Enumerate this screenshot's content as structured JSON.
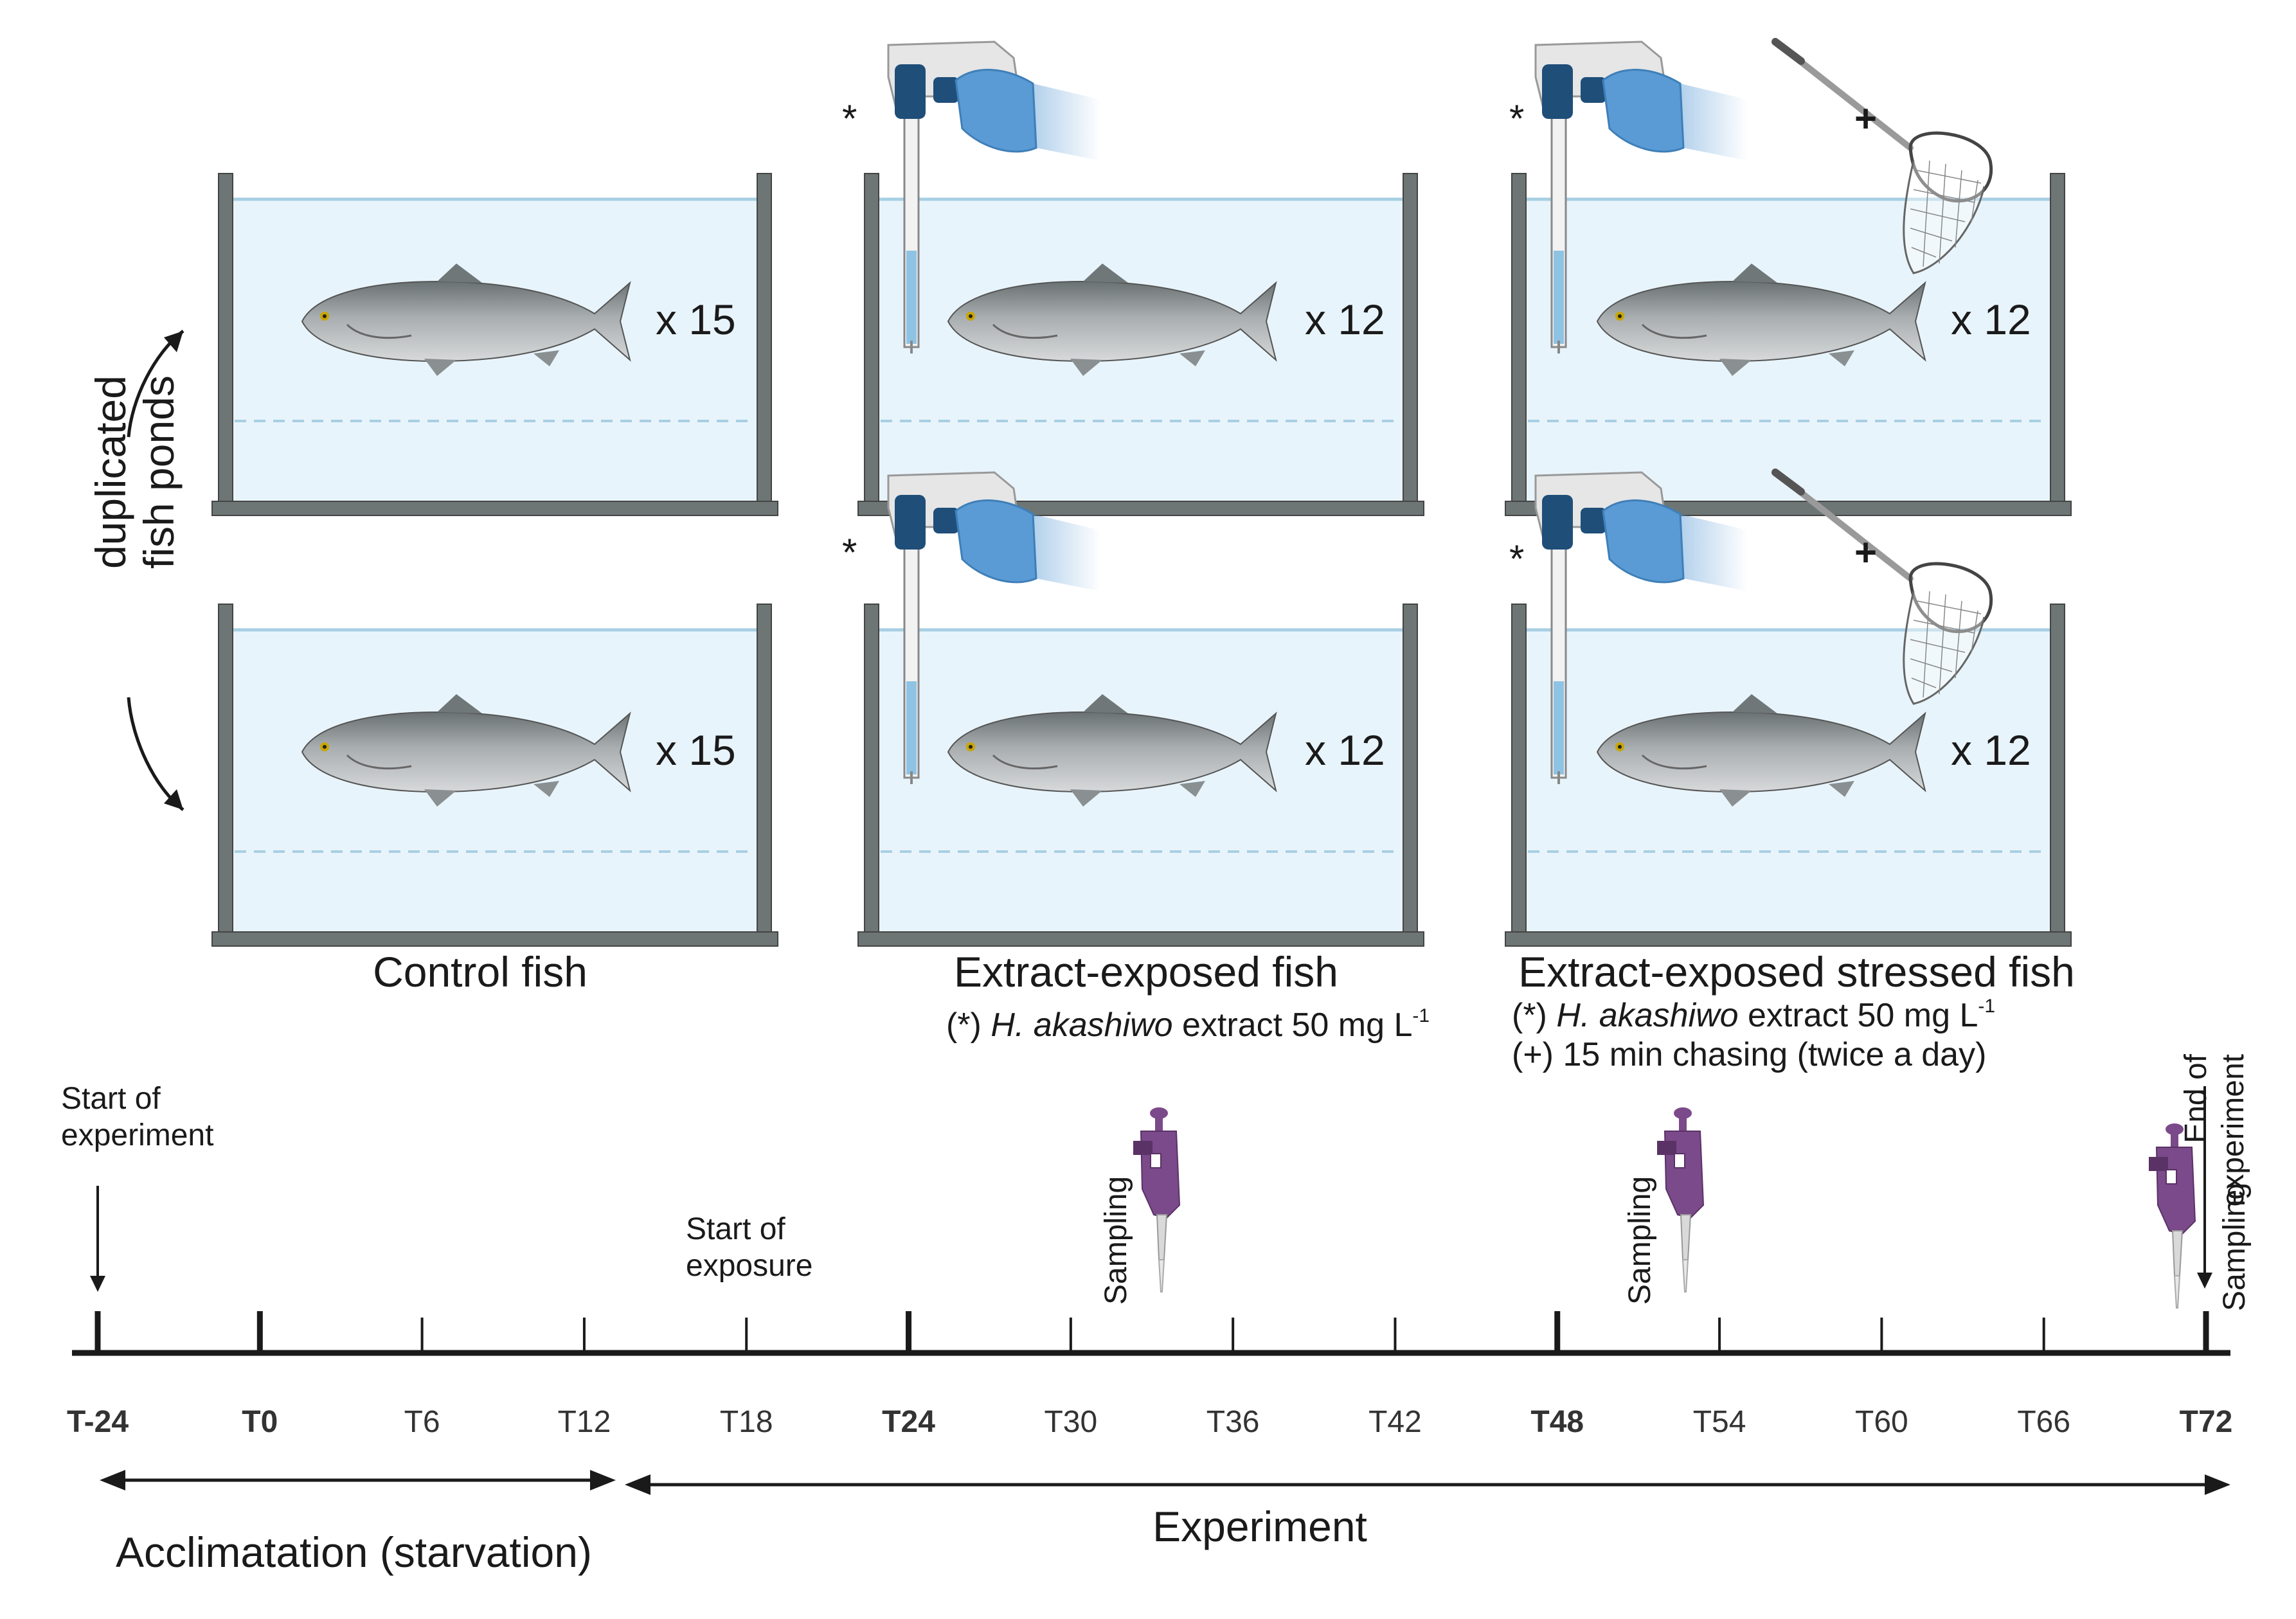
{
  "side_label": {
    "line1": "duplicated",
    "line2": "fish ponds"
  },
  "ponds": {
    "control": {
      "title": "Control fish",
      "count_top": "x 15",
      "count_bottom": "x 15"
    },
    "exposed": {
      "title": "Extract-exposed fish",
      "count_top": "x 12",
      "count_bottom": "x 12",
      "note_prefix": "(*)",
      "note_species": "H. akashiwo",
      "note_rest": "extract 50 mg L",
      "note_sup": "-1",
      "marker": "*"
    },
    "stressed": {
      "title": "Extract-exposed stressed fish",
      "count_top": "x 12",
      "count_bottom": "x 12",
      "note_prefix": "(*)",
      "note_species": "H. akashiwo",
      "note_rest": "extract 50 mg L",
      "note_sup": "-1",
      "note2": "(+) 15 min chasing (twice a day)",
      "marker": "*",
      "marker2": "+"
    }
  },
  "timeline": {
    "start_experiment": {
      "line1": "Start of",
      "line2": "experiment"
    },
    "start_exposure": {
      "line1": "Start of",
      "line2": "exposure"
    },
    "end_experiment": {
      "line1": "End of",
      "line2": "experiment"
    },
    "sampling_label": "Sampling",
    "ticks": [
      "T-24",
      "T0",
      "T6",
      "T12",
      "T18",
      "T24",
      "T30",
      "T36",
      "T42",
      "T48",
      "T54",
      "T60",
      "T66",
      "T72"
    ],
    "bold_ticks": [
      "T-24",
      "T0",
      "T24",
      "T48",
      "T72"
    ],
    "phase_acclimation": "Acclimatation (starvation)",
    "phase_experiment": "Experiment"
  },
  "colors": {
    "water": "#e8f4fb",
    "water_line": "#a8cfe3",
    "tank": "#6d7675",
    "glove": "#6fa8dc",
    "pipette": "#7b4a8a",
    "axis": "#1a1a1a"
  }
}
